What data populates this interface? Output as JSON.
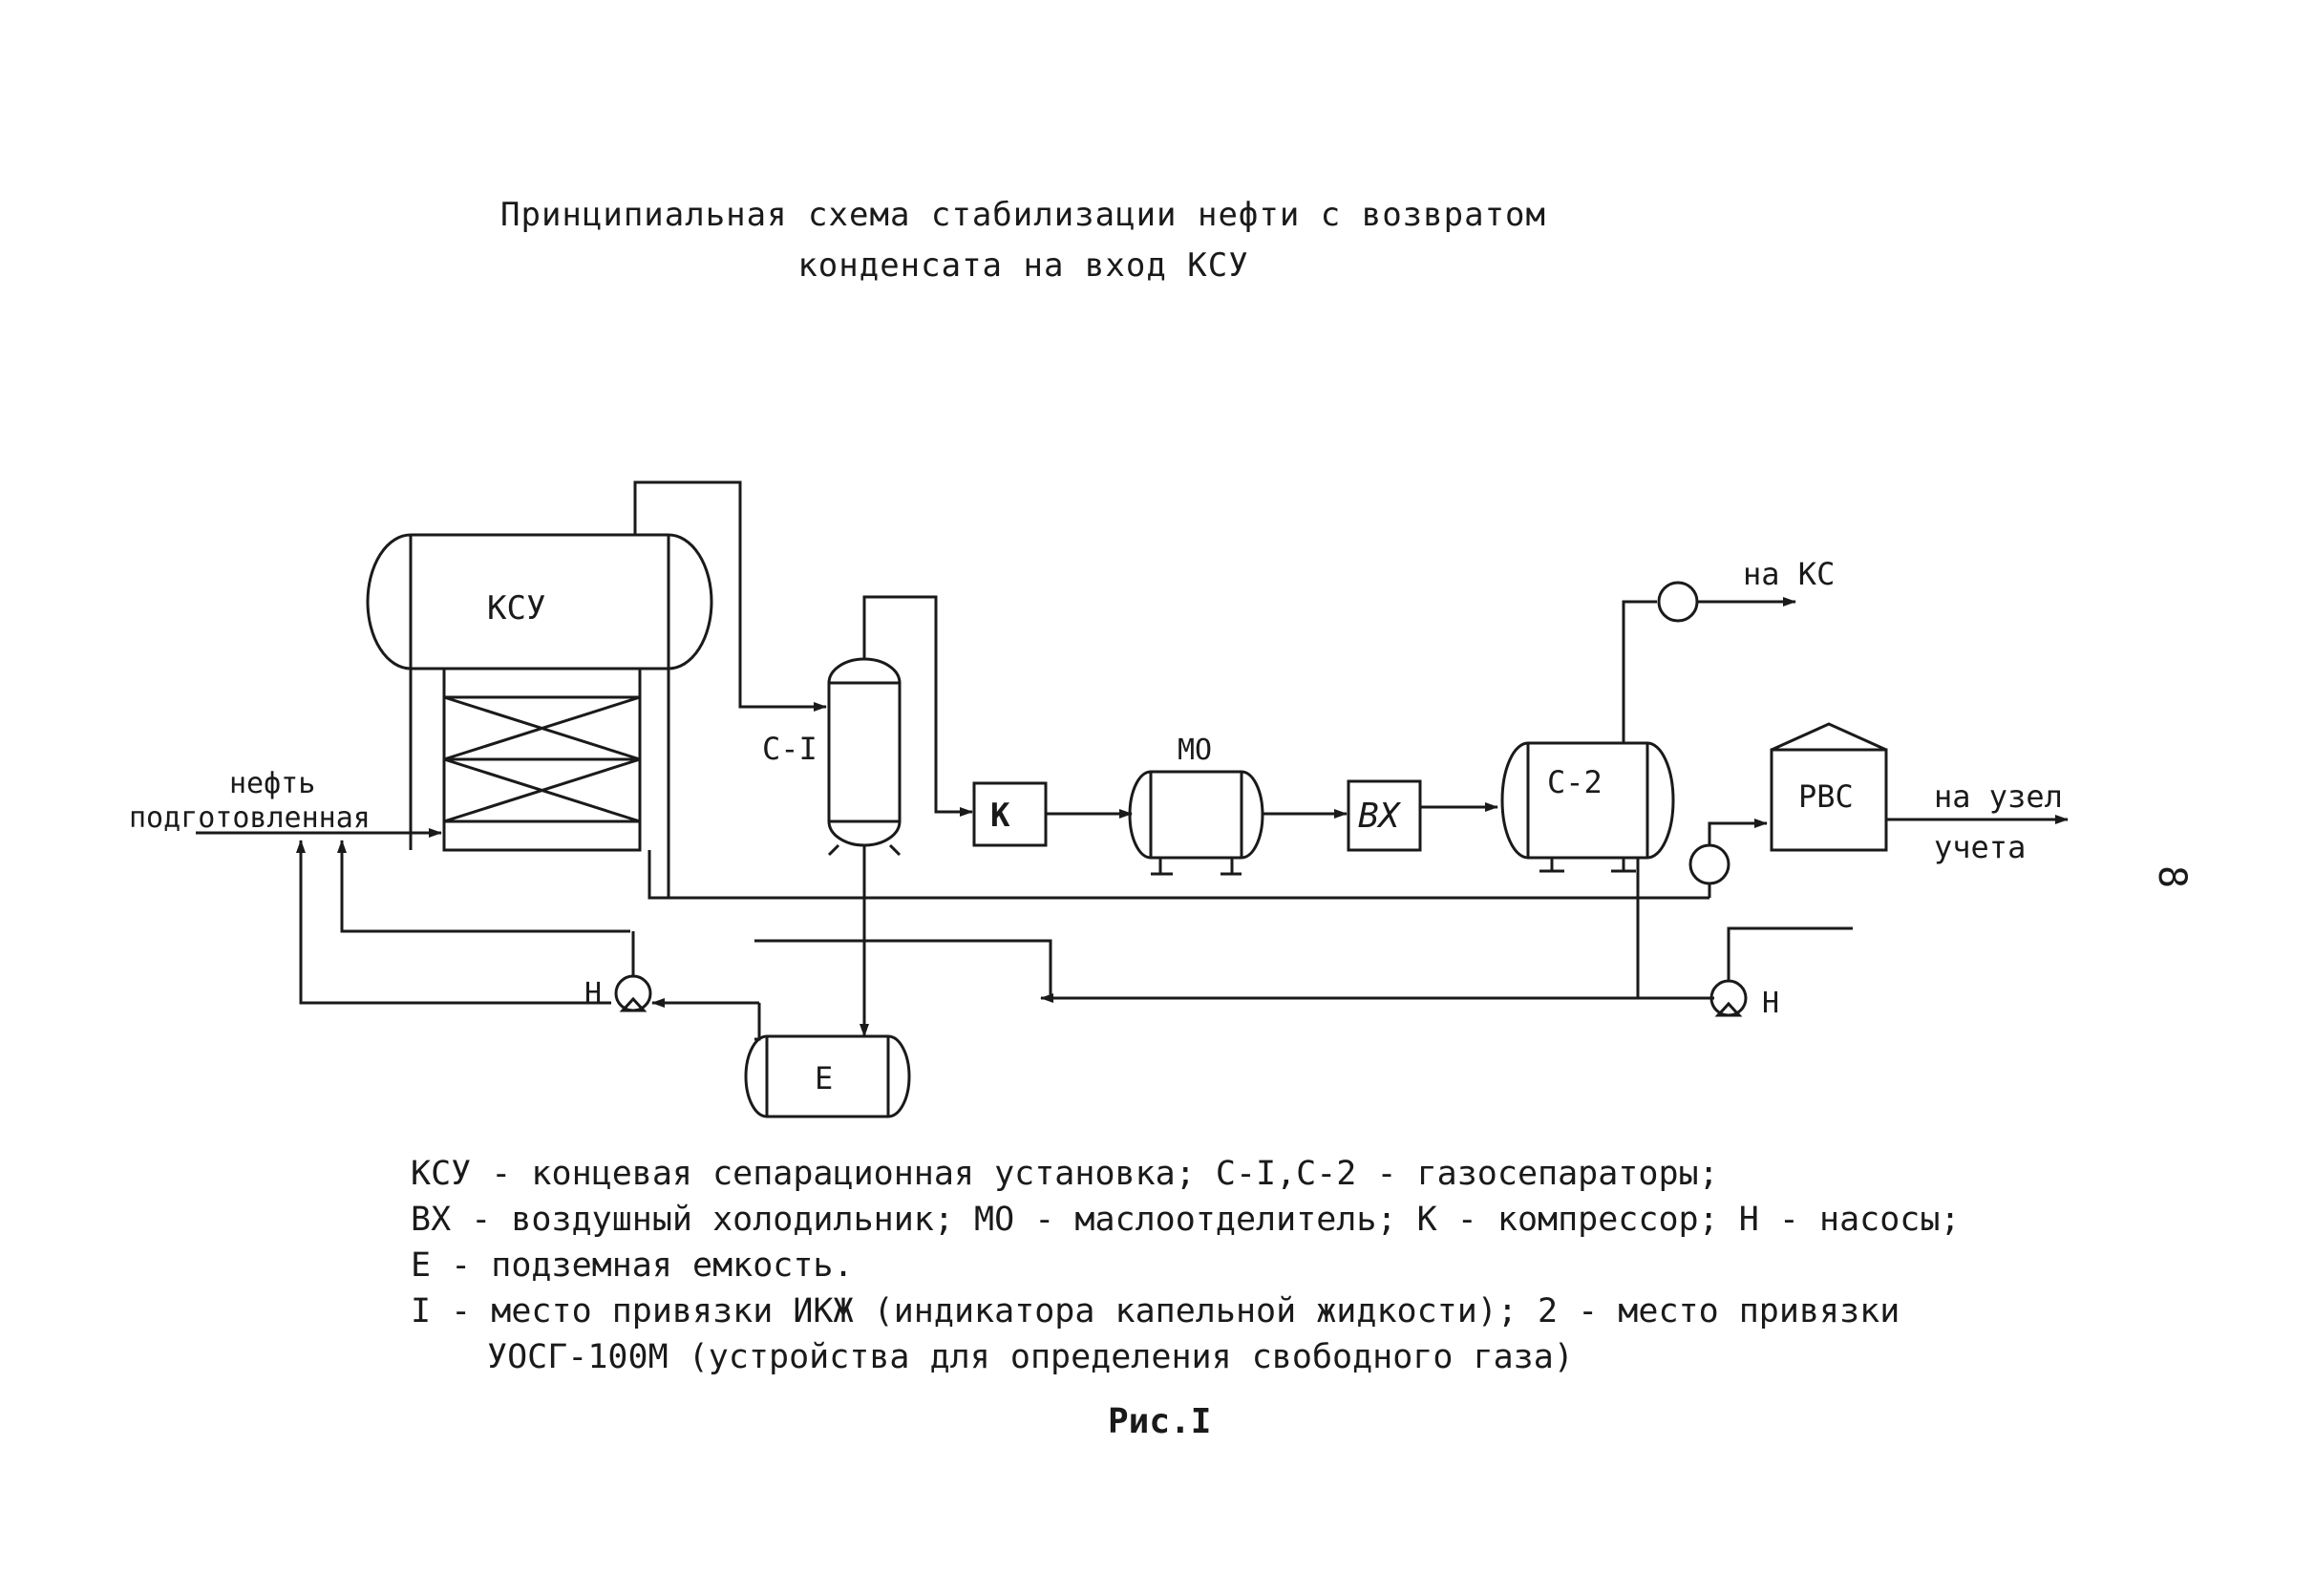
{
  "title": {
    "line1": "Принципиальная схема стабилизации нефти с возвратом",
    "line2": "конденсата на вход КСУ"
  },
  "labels": {
    "ksu": "КСУ",
    "c1": "С-I",
    "c2": "С-2",
    "k": "К",
    "mo": "МО",
    "vh": "ВХ",
    "rvs": "РВС",
    "e": "Е",
    "n_left": "Н",
    "n_right": "Н",
    "oil_line1": "нефть",
    "oil_line2": "подготовленная",
    "to_ks": "на КС",
    "to_meter_line1": "на узел",
    "to_meter_line2": "учета"
  },
  "legend": [
    "КСУ - концевая сепарационная установка; С-I,С-2 - газосепараторы;",
    "ВХ - воздушный холодильник; МО - маслоотделитель; К - компрессор; Н - насосы;",
    "Е - подземная емкость.",
    "I - место привязки ИКЖ (индикатора капельной жидкости); 2 - место привязки",
    "УОСГ-100М (устройства для определения свободного газа)"
  ],
  "caption": "Рис.I",
  "page_number": "8",
  "colors": {
    "ink": "#1a1a1a",
    "background": "#ffffff"
  }
}
